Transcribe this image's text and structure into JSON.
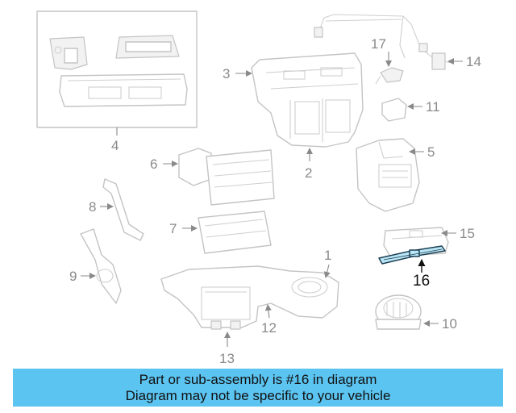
{
  "diagram": {
    "callouts": {
      "c1": "1",
      "c2": "2",
      "c3": "3",
      "c4": "4",
      "c5": "5",
      "c6": "6",
      "c7": "7",
      "c8": "8",
      "c9": "9",
      "c10": "10",
      "c11": "11",
      "c12": "12",
      "c13": "13",
      "c14": "14",
      "c15": "15",
      "c16": "16",
      "c17": "17"
    },
    "highlighted_part": "16",
    "highlight_color": "#b9e6f6",
    "outline_color": "#c4c4c4"
  },
  "banner": {
    "line1": "Part or sub-assembly is #16 in diagram",
    "line2": "Diagram may not be specific to your vehicle",
    "background": "#5bc4f1"
  }
}
